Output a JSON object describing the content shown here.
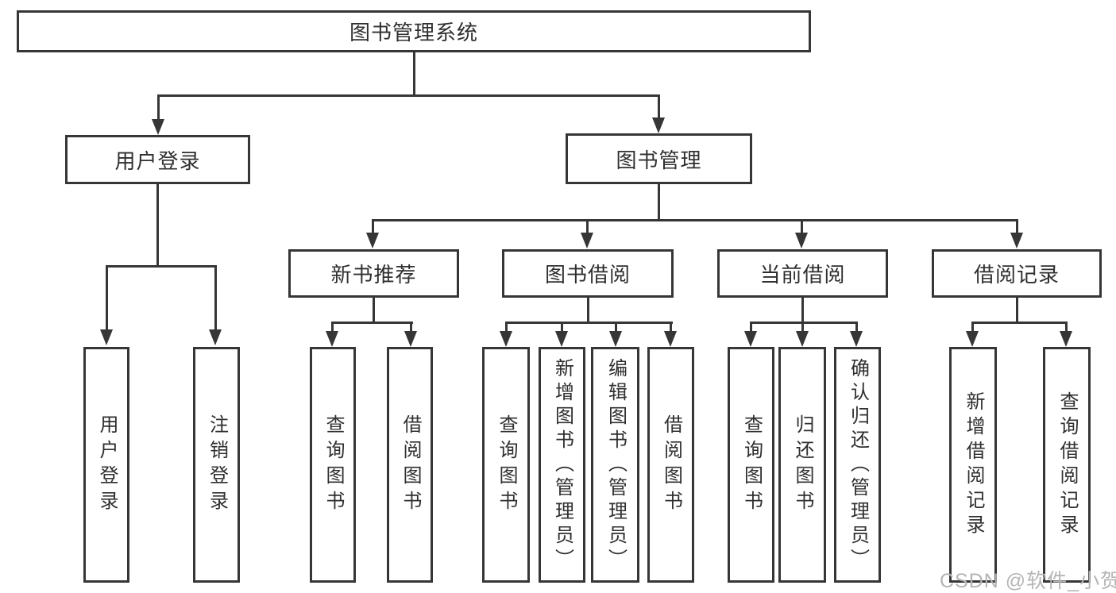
{
  "diagram": {
    "title": "图书管理系统",
    "root": {
      "label": "图书管理系统"
    },
    "branches": [
      {
        "label": "用户登录",
        "children": [
          {
            "label": "用户登录"
          },
          {
            "label": "注销登录"
          }
        ]
      },
      {
        "label": "图书管理",
        "children": [
          {
            "label": "新书推荐",
            "children": [
              {
                "label": "查询图书"
              },
              {
                "label": "借阅图书"
              }
            ]
          },
          {
            "label": "图书借阅",
            "children": [
              {
                "label": "查询图书"
              },
              {
                "label": "新增图书（管理员）"
              },
              {
                "label": "编辑图书（管理员）"
              },
              {
                "label": "借阅图书"
              }
            ]
          },
          {
            "label": "当前借阅",
            "children": [
              {
                "label": "查询图书"
              },
              {
                "label": "归还图书"
              },
              {
                "label": "确认归还（管理员）"
              }
            ]
          },
          {
            "label": "借阅记录",
            "children": [
              {
                "label": "新增借阅记录"
              },
              {
                "label": "查询借阅记录"
              }
            ]
          }
        ]
      }
    ]
  },
  "watermark": {
    "text": "CSDN @软件_小贺同学"
  },
  "colors": {
    "line": "#363636",
    "text": "#2f2f2f",
    "watermark": "#b5b5b5",
    "background": "#ffffff"
  }
}
